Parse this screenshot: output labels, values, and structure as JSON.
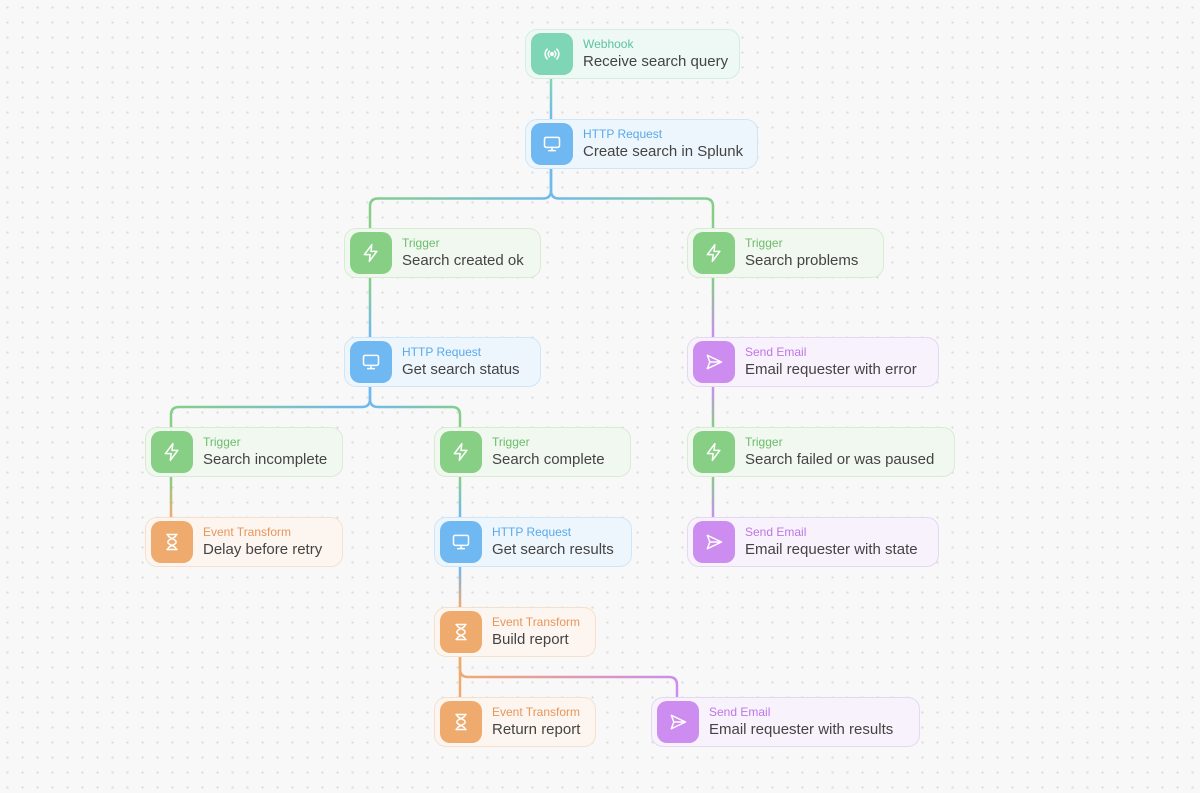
{
  "colors": {
    "webhook": "#7fd6b6",
    "http_request": "#6fb8f2",
    "trigger": "#86cf85",
    "send_email": "#cd8cf0",
    "event_transform": "#efaa6e"
  },
  "nodes": {
    "receive_search_query": {
      "type": "Webhook",
      "title": "Receive search query",
      "icon": "webhook-icon"
    },
    "create_search": {
      "type": "HTTP Request",
      "title": "Create search in Splunk",
      "icon": "monitor-icon"
    },
    "search_created_ok": {
      "type": "Trigger",
      "title": "Search created ok",
      "icon": "bolt-icon"
    },
    "search_problems": {
      "type": "Trigger",
      "title": "Search problems",
      "icon": "bolt-icon"
    },
    "get_search_status": {
      "type": "HTTP Request",
      "title": "Get search status",
      "icon": "monitor-icon"
    },
    "email_error": {
      "type": "Send Email",
      "title": "Email requester with error",
      "icon": "send-icon"
    },
    "search_incomplete": {
      "type": "Trigger",
      "title": "Search incomplete",
      "icon": "bolt-icon"
    },
    "search_complete": {
      "type": "Trigger",
      "title": "Search complete",
      "icon": "bolt-icon"
    },
    "search_failed": {
      "type": "Trigger",
      "title": "Search failed or was paused",
      "icon": "bolt-icon"
    },
    "delay_retry": {
      "type": "Event Transform",
      "title": "Delay before retry",
      "icon": "hourglass-icon"
    },
    "get_search_results": {
      "type": "HTTP Request",
      "title": "Get search results",
      "icon": "monitor-icon"
    },
    "email_state": {
      "type": "Send Email",
      "title": "Email requester with state",
      "icon": "send-icon"
    },
    "build_report": {
      "type": "Event Transform",
      "title": "Build report",
      "icon": "hourglass-icon"
    },
    "return_report": {
      "type": "Event Transform",
      "title": "Return report",
      "icon": "hourglass-icon"
    },
    "email_results": {
      "type": "Send Email",
      "title": "Email requester with results",
      "icon": "send-icon"
    }
  },
  "edges": [
    {
      "from": "receive_search_query",
      "to": "create_search"
    },
    {
      "from": "create_search",
      "to": "search_created_ok"
    },
    {
      "from": "create_search",
      "to": "search_problems"
    },
    {
      "from": "search_created_ok",
      "to": "get_search_status"
    },
    {
      "from": "search_problems",
      "to": "email_error"
    },
    {
      "from": "get_search_status",
      "to": "search_incomplete"
    },
    {
      "from": "get_search_status",
      "to": "search_complete"
    },
    {
      "from": "email_error",
      "to": "search_failed"
    },
    {
      "from": "search_incomplete",
      "to": "delay_retry"
    },
    {
      "from": "search_complete",
      "to": "get_search_results"
    },
    {
      "from": "search_failed",
      "to": "email_state"
    },
    {
      "from": "get_search_results",
      "to": "build_report"
    },
    {
      "from": "build_report",
      "to": "return_report"
    },
    {
      "from": "build_report",
      "to": "email_results"
    }
  ]
}
